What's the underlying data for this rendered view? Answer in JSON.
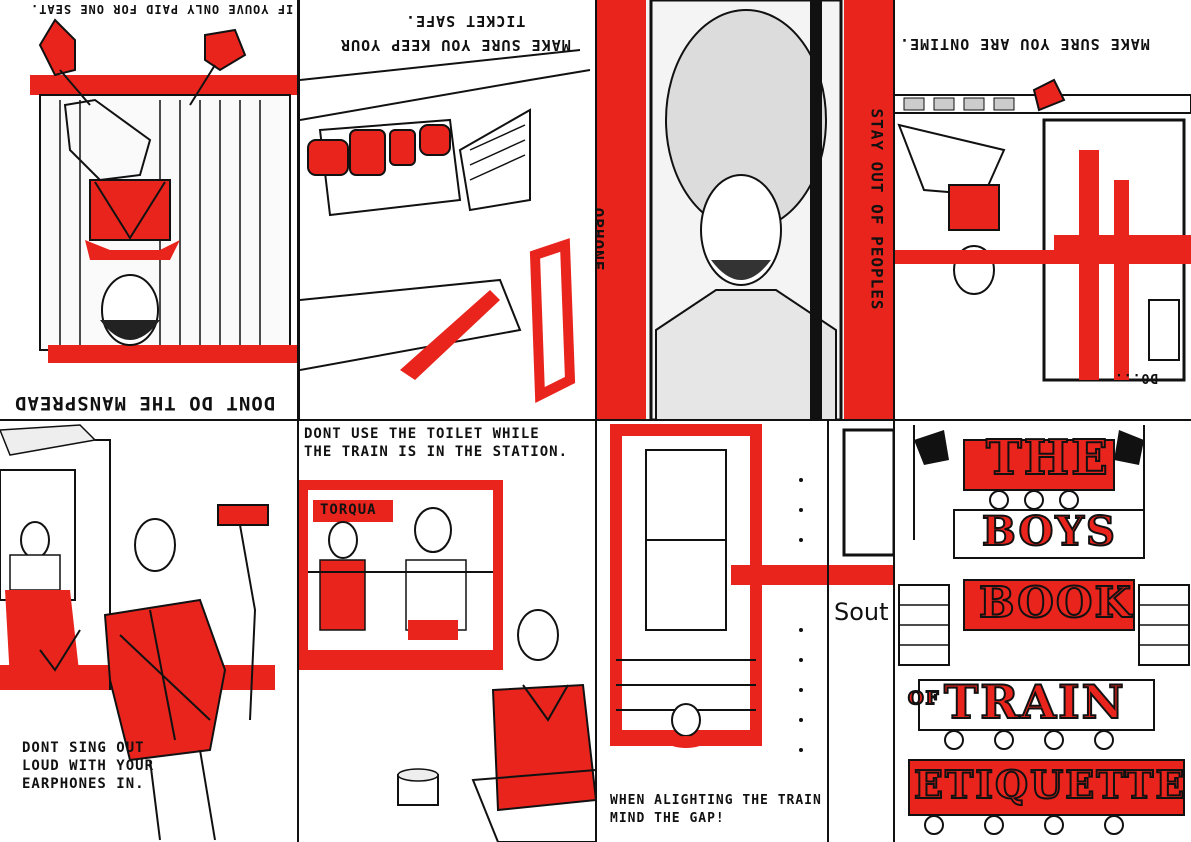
{
  "panels": {
    "manspread": {
      "caption": "DONT DO THE MANSPREAD",
      "top_caption": "IF YOUVE ONLY PAID FOR ONE SEAT."
    },
    "ticket": {
      "caption_line1": "MAKE SURE YOU KEEP YOUR",
      "caption_line2": "TICKET SAFE."
    },
    "stay_out": {
      "side_left": "OPHONE",
      "side_right": "STAY OUT OF PEOPLES"
    },
    "ontime": {
      "caption": "MAKE SURE YOU ARE ONTIME.",
      "sub": "DO..."
    },
    "singing": {
      "caption_line1": "DONT SING OUT",
      "caption_line2": "LOUD WITH YOUR",
      "caption_line3": "EARPHONES IN."
    },
    "toilet": {
      "caption_line1": "DONT USE THE TOILET WHILE",
      "caption_line2": "THE TRAIN IS IN THE STATION.",
      "sign": "TORQUA"
    },
    "gap": {
      "caption_line1": "WHEN ALIGHTING THE TRAIN",
      "caption_line2": "MIND THE GAP!",
      "sign": "Sout"
    },
    "cover": {
      "w1": "THE",
      "w2": "BOYS",
      "w3": "BOOK",
      "w4_prefix": "OF",
      "w4": "TRAIN",
      "w5": "ETIQUETTE"
    }
  },
  "colors": {
    "accent": "#e8241d",
    "ink": "#111111",
    "paper": "#ffffff"
  }
}
